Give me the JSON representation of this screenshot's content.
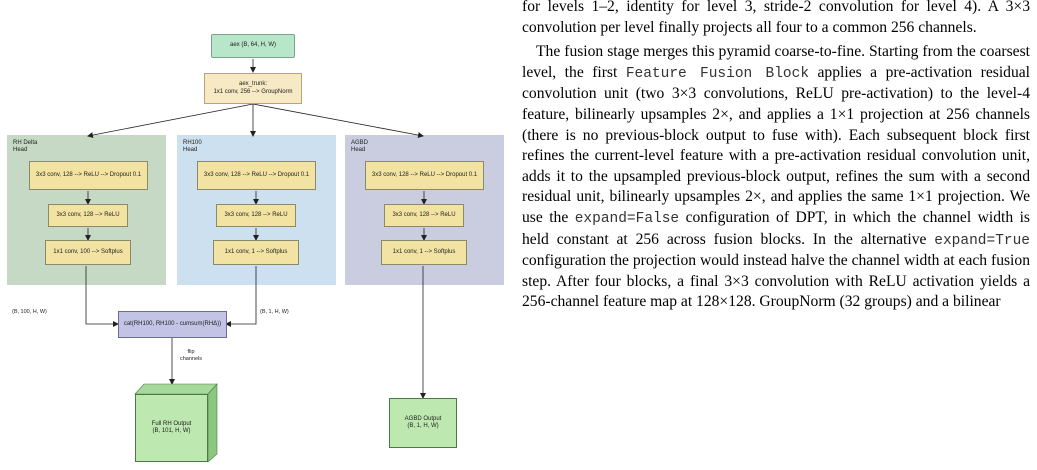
{
  "diagram": {
    "nodes": {
      "input": "aex (B, 64, H, W)",
      "trunk_l1": "aex_trunk:",
      "trunk_l2": "1x1 conv, 256 --> GroupNorm",
      "cat": "cat(RH100, RH100 - cumsum(RHΔ))",
      "full_out_l1": "Full RH Output",
      "full_out_l2": "(B, 101, H, W)",
      "agbd_out_l1": "AGBD Output",
      "agbd_out_l2": "(B, 1, H, W)"
    },
    "heads": [
      {
        "title": "RH Delta\nHead",
        "layers": [
          "3x3 conv, 128 --> ReLU --> Dropout 0.1",
          "3x3 conv, 128 --> ReLU",
          "1x1 conv, 100 --> Softplus"
        ]
      },
      {
        "title": "RH100\nHead",
        "layers": [
          "3x3 conv, 128 --> ReLU --> Dropout 0.1",
          "3x3 conv, 128 --> ReLU",
          "1x1 conv, 1 --> Softplus"
        ]
      },
      {
        "title": "AGBD\nHead",
        "layers": [
          "3x3 conv, 128 --> ReLU --> Dropout 0.1",
          "3x3 conv, 128 --> ReLU",
          "1x1 conv, 1 --> Softplus"
        ]
      }
    ],
    "edge_labels": {
      "delta_shape": "(B, 100, H, W)",
      "rh100_shape": "(B, 1, H, W)",
      "flip_l1": "flip",
      "flip_l2": "channels"
    },
    "colors": {
      "input_fill": "#b8e6c8",
      "trunk_fill": "#f6e9c4",
      "layer_fill": "#f3e3a2",
      "panel_delta": "#c5d9c5",
      "panel_rh100": "#cde0ef",
      "panel_agbd": "#cacde0",
      "cat_fill": "#c3c3e6",
      "output_fill": "#bde8b0"
    }
  },
  "text": {
    "p1_a": "for levels 1–2, identity for level 3, stride-2 convolution for level 4). A 3×3 convolution per level finally projects all four to a common 256 channels.",
    "p2_a": "The fusion stage merges this pyramid coarse-to-fine. Starting from the coarsest level, the first ",
    "p2_code1": "Feature Fusion Block",
    "p2_b": " applies a pre-activation residual convolution unit (two 3×3 convolutions, ReLU pre-activation) to the level-4 feature, bilinearly upsamples 2×, and applies a 1×1 projection at 256 channels (there is no previous-block output to fuse with). Each subsequent block first refines the current-level feature with a pre-activation residual convolution unit, adds it to the upsampled previous-block output, refines the sum with a second residual unit, bilinearly upsamples 2×, and applies the same 1×1 projection. We use the ",
    "p2_code2": "expand=False",
    "p2_c": " configuration of DPT, in which the channel width is held constant at 256 across fusion blocks. In the alternative ",
    "p2_code3": "expand=True",
    "p2_d": " configuration the projection would instead halve the channel width at each fusion step. After four blocks, a final 3×3 convolution with ReLU activation yields a 256-channel feature map at 128×128. GroupNorm (32 groups) and a bilinear"
  }
}
